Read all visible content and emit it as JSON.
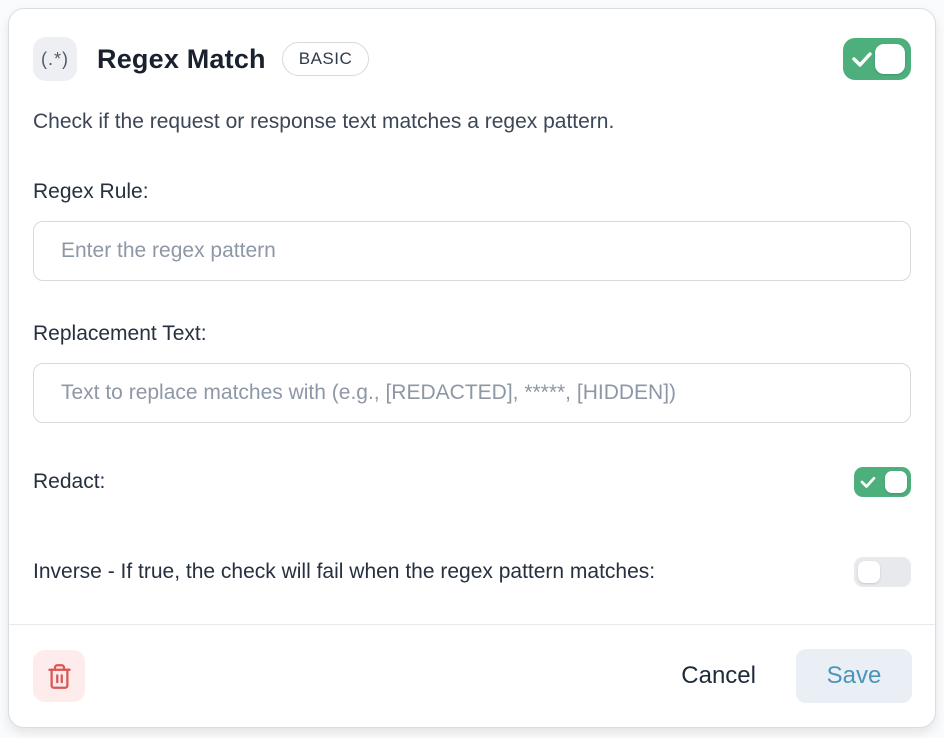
{
  "header": {
    "icon_text": "(.*)",
    "title": "Regex Match",
    "badge": "BASIC",
    "enabled_state": "on"
  },
  "description": "Check if the request or response text matches a regex pattern.",
  "fields": {
    "regex_rule": {
      "label": "Regex Rule:",
      "placeholder": "Enter the regex pattern",
      "value": ""
    },
    "replacement": {
      "label": "Replacement Text:",
      "placeholder": "Text to replace matches with (e.g., [REDACTED], *****, [HIDDEN])",
      "value": ""
    },
    "redact": {
      "label": "Redact:",
      "state": "on"
    },
    "inverse": {
      "label": "Inverse - If true, the check will fail when the regex pattern matches:",
      "state": "off"
    }
  },
  "footer": {
    "cancel_label": "Cancel",
    "save_label": "Save"
  },
  "colors": {
    "toggle_on": "#4daf7c",
    "toggle_off": "#e7e9ed",
    "save_bg": "#e9eff4",
    "save_text": "#4b94bc",
    "delete_bg": "#fdeceb",
    "delete_icon": "#dc5454",
    "card_border": "#d9dde3",
    "title_text": "#19202e",
    "placeholder_text": "#8e97a6"
  }
}
